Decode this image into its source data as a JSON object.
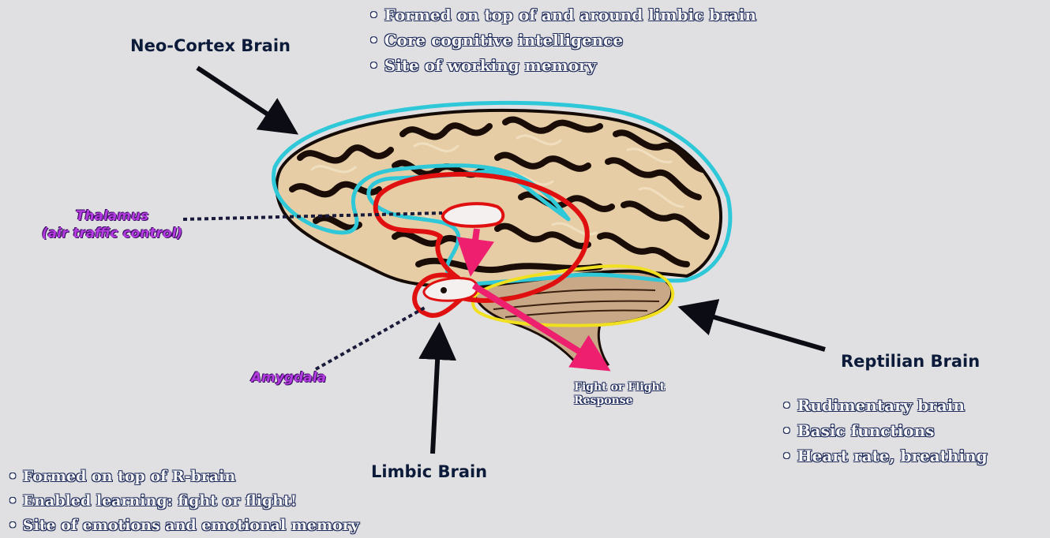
{
  "neocortex": {
    "title": "Neo-Cortex Brain",
    "bullets": [
      "Formed on top of and around limbic brain",
      "Core cognitive intelligence",
      "Site of working memory"
    ]
  },
  "thalamus": {
    "line1": "Thalamus",
    "line2": "(air traffic control)"
  },
  "amygdala": {
    "label": "Amygdala"
  },
  "fight_flight": {
    "line1": "Fight or Flight",
    "line2": "Response"
  },
  "limbic": {
    "title": "Limbic Brain",
    "bullets": [
      "Formed on top of R-brain",
      "Enabled learning: fight or flight!",
      "Site of emotions and emotional memory"
    ]
  },
  "reptilian": {
    "title": "Reptilian Brain",
    "bullets": [
      "Rudimentary brain",
      "Basic functions",
      "Heart rate, breathing"
    ]
  },
  "colors": {
    "background": "#e0e0e2",
    "neocortex_outline": "#2ec8d8",
    "limbic_outline": "#e01010",
    "reptilian_outline": "#f0e020",
    "signal_arrow": "#ee1f6e",
    "label_purple": "#b43be0"
  }
}
